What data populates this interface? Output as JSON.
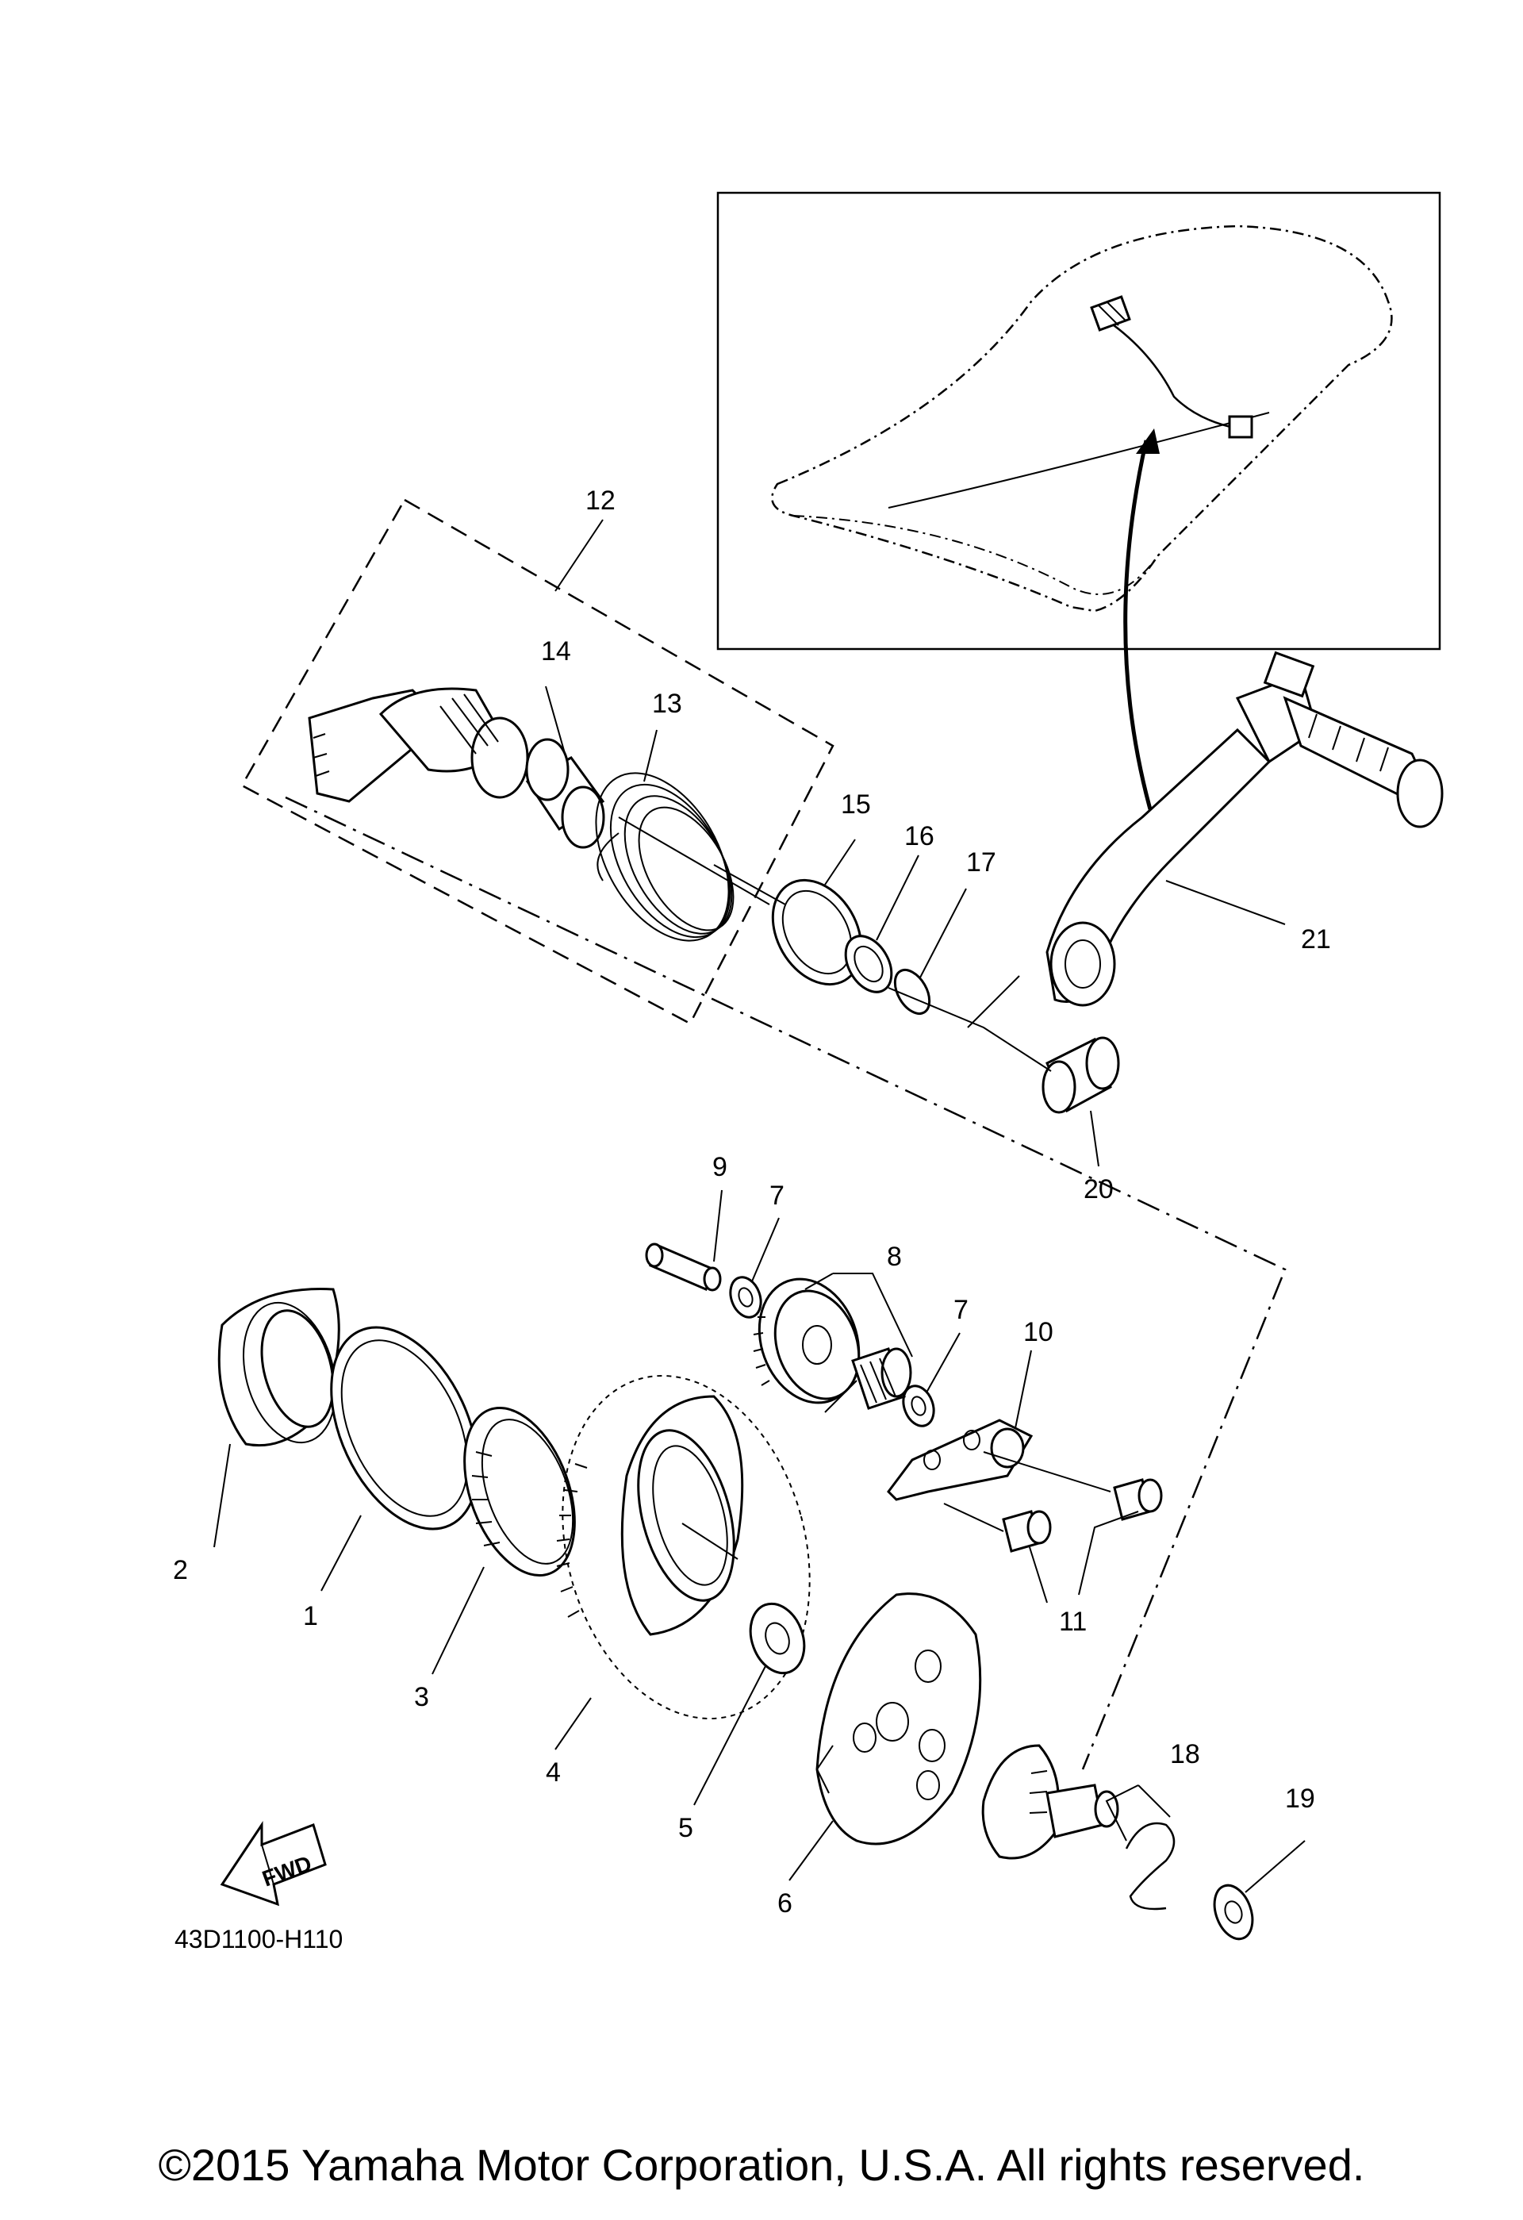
{
  "diagram": {
    "part_labels": [
      "1",
      "2",
      "3",
      "4",
      "5",
      "6",
      "7",
      "7",
      "8",
      "9",
      "10",
      "11",
      "12",
      "13",
      "14",
      "15",
      "16",
      "17",
      "18",
      "19",
      "20",
      "21"
    ],
    "fwd_label": "FWD",
    "drawing_code": "43D1100-H110",
    "copyright": "©2015 Yamaha Motor Corporation, U.S.A. All rights reserved."
  }
}
